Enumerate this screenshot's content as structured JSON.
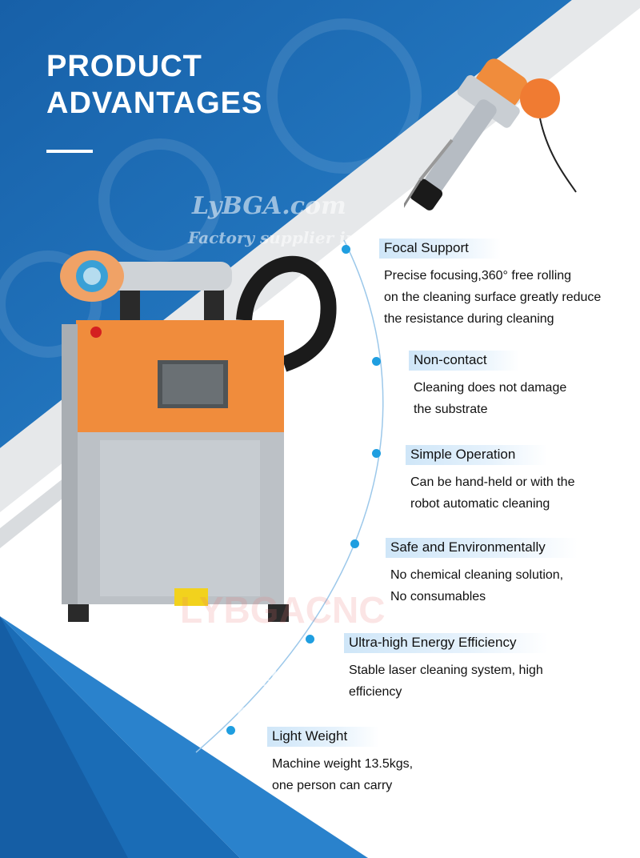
{
  "heading": {
    "line1": "PRODUCT",
    "line2": "ADVANTAGES"
  },
  "watermark": {
    "brand": "LyBGA.com",
    "tagline": "Factory supplier in china",
    "center_text": "LYBGACNC"
  },
  "features": [
    {
      "title": "Focal Support",
      "lines": [
        "Precise focusing,360° free rolling",
        "on the cleaning surface greatly reduce",
        "the resistance during cleaning"
      ]
    },
    {
      "title": "Non-contact",
      "lines": [
        "Cleaning does not damage",
        "the substrate"
      ]
    },
    {
      "title": "Simple Operation",
      "lines": [
        "Can be hand-held or with the",
        "robot automatic cleaning"
      ]
    },
    {
      "title": "Safe and Environmentally",
      "lines": [
        "No chemical cleaning solution,",
        "No consumables"
      ]
    },
    {
      "title": "Ultra-high Energy Efficiency",
      "lines": [
        "Stable laser cleaning system, high",
        "efficiency"
      ]
    },
    {
      "title": "Light Weight",
      "lines": [
        "Machine weight 13.5kgs,",
        "one person can carry"
      ]
    }
  ],
  "colors": {
    "blue": "#1d6fb8",
    "accent_dot": "#1f9ee0",
    "orange": "#f08c3c",
    "silver": "#b9bec4"
  },
  "icons": [
    "laser-gun-image",
    "laser-cleaner-machine-image",
    "hose-image"
  ]
}
